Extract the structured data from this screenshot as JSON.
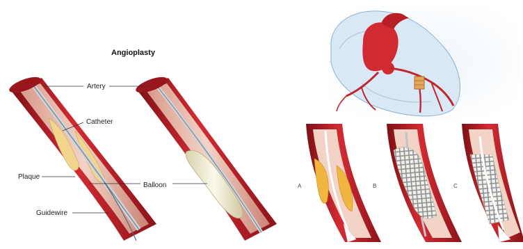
{
  "diagram": {
    "title": "Angioplasty",
    "labels": {
      "artery": "Artery",
      "catheter": "Catheter",
      "plaque": "Plaque",
      "balloon": "Balloon",
      "guidewire": "Guidewire"
    },
    "panels": [
      "A",
      "B",
      "C"
    ]
  },
  "colors": {
    "vessel_red": "#c0202a",
    "vessel_dark": "#8e1419",
    "vessel_inner": "#e6b7a6",
    "plaque": "#f0d58a",
    "balloon": "#f3efcf",
    "stent": "#9ea4ab",
    "heart_bg": "#d8e8f5"
  }
}
